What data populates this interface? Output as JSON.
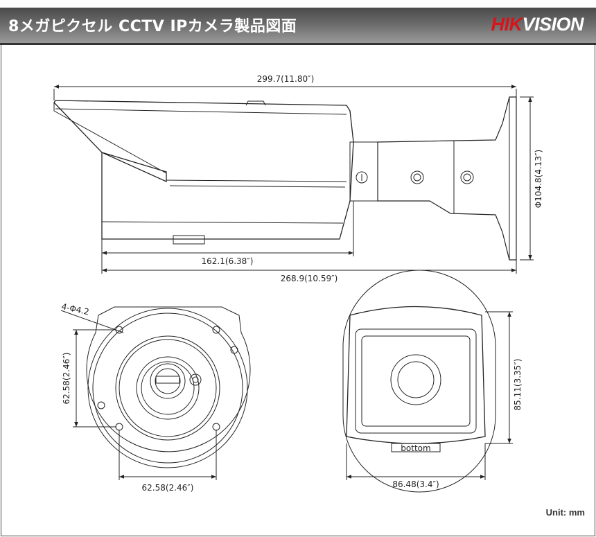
{
  "header": {
    "title": "8メガピクセル CCTV IPカメラ製品図面",
    "logo_red": "HIK",
    "logo_white": "VISION"
  },
  "side_view": {
    "overall_length": "299.7(11.80″)",
    "housing_length": "162.1(6.38″)",
    "bracket_to_front": "268.9(10.59″)",
    "base_diameter": "Φ104.8(4.13″)"
  },
  "base_view": {
    "holes": "4-Φ4.2",
    "vertical_spacing": "62.58(2.46″)",
    "horizontal_spacing": "62.58(2.46″)"
  },
  "front_view": {
    "width": "86.48(3.4″)",
    "height": "85.11(3.35″)",
    "bottom_label": "bottom"
  },
  "footer": {
    "unit": "Unit: mm"
  }
}
